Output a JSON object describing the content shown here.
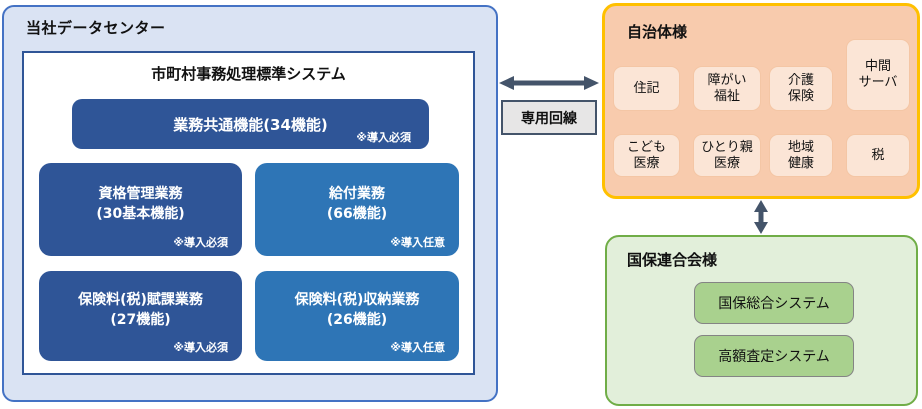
{
  "datacenter": {
    "title": "当社データセンター",
    "system": {
      "title": "市町村事務処理標準システム",
      "common": {
        "label": "業務共通機能(34機能)",
        "note": "※導入必須"
      },
      "modules": [
        {
          "label": "資格管理業務",
          "sub": "(30基本機能)",
          "note": "※導入必須"
        },
        {
          "label": "給付業務",
          "sub": "(66機能)",
          "note": "※導入任意"
        },
        {
          "label": "保険料(税)賦課業務",
          "sub": "(27機能)",
          "note": "※導入必須"
        },
        {
          "label": "保険料(税)収納業務",
          "sub": "(26機能)",
          "note": "※導入任意"
        }
      ]
    }
  },
  "connection": {
    "label": "専用回線"
  },
  "municipality": {
    "title": "自治体様",
    "systems": [
      "住記",
      "障がい\n福祉",
      "介護\n保険",
      "中間\nサーバ",
      "こども\n医療",
      "ひとり親\n医療",
      "地域\n健康",
      "税"
    ]
  },
  "federation": {
    "title": "国保連合会様",
    "systems": [
      "国保総合システム",
      "高額査定システム"
    ]
  },
  "colors": {
    "dark_blue": "#2f5597",
    "medium_blue": "#2e75b6",
    "panel_fill": "#dae3f3",
    "panel_border": "#4472c4",
    "orange_border": "#ffc000",
    "orange_fill": "#f8cbad",
    "orange_item_fill": "#fbe5d6",
    "green_border": "#70ad47",
    "green_fill": "#e2efda",
    "green_item_fill": "#a9d18e",
    "arrow": "#44546a",
    "label_fill": "#e7e6e6"
  }
}
